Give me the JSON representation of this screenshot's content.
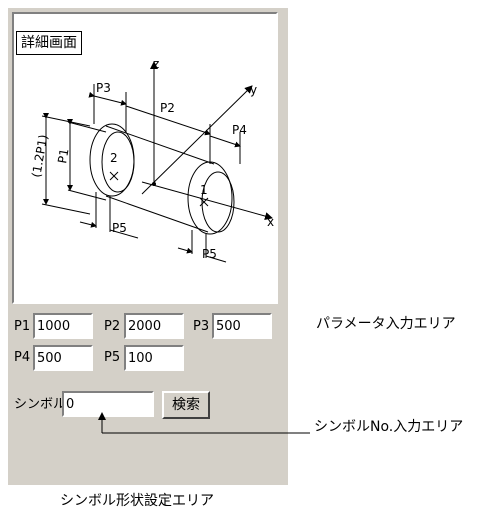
{
  "panel": {
    "detail_title": "詳細画面",
    "diagram_labels": {
      "p1": "P1",
      "p1_sub": "(1.2P1)",
      "p2": "P2",
      "p3": "P3",
      "p4": "P4",
      "p5_left": "P5",
      "p5_right": "P5",
      "point1": "1",
      "point2": "2",
      "axis_x": "x",
      "axis_y": "y",
      "axis_z": "z"
    },
    "params": [
      {
        "label": "P1",
        "value": "1000"
      },
      {
        "label": "P2",
        "value": "2000"
      },
      {
        "label": "P3",
        "value": "500"
      },
      {
        "label": "P4",
        "value": "500"
      },
      {
        "label": "P5",
        "value": "100"
      }
    ],
    "symbol_label": "シンボル",
    "symbol_value": "0",
    "search_button": "検索"
  },
  "annotations": {
    "param_area": "パラメータ入力エリア",
    "symbol_no_area": "シンボルNo.入力エリア",
    "symbol_shape_area": "シンボル形状設定エリア"
  }
}
